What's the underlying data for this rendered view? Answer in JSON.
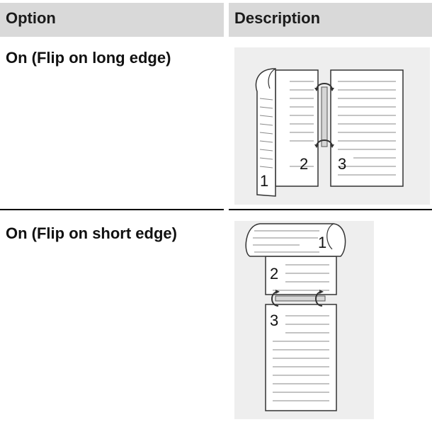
{
  "table": {
    "columns": [
      "Option",
      "Description"
    ],
    "rows": [
      {
        "option": "On (Flip on long edge)",
        "illustration": "duplex-flip-long-edge-icon",
        "page_numbers": [
          "1",
          "2",
          "3"
        ]
      },
      {
        "option": "On (Flip on short edge)",
        "illustration": "duplex-flip-short-edge-icon",
        "page_numbers": [
          "1",
          "2",
          "3"
        ]
      }
    ]
  }
}
